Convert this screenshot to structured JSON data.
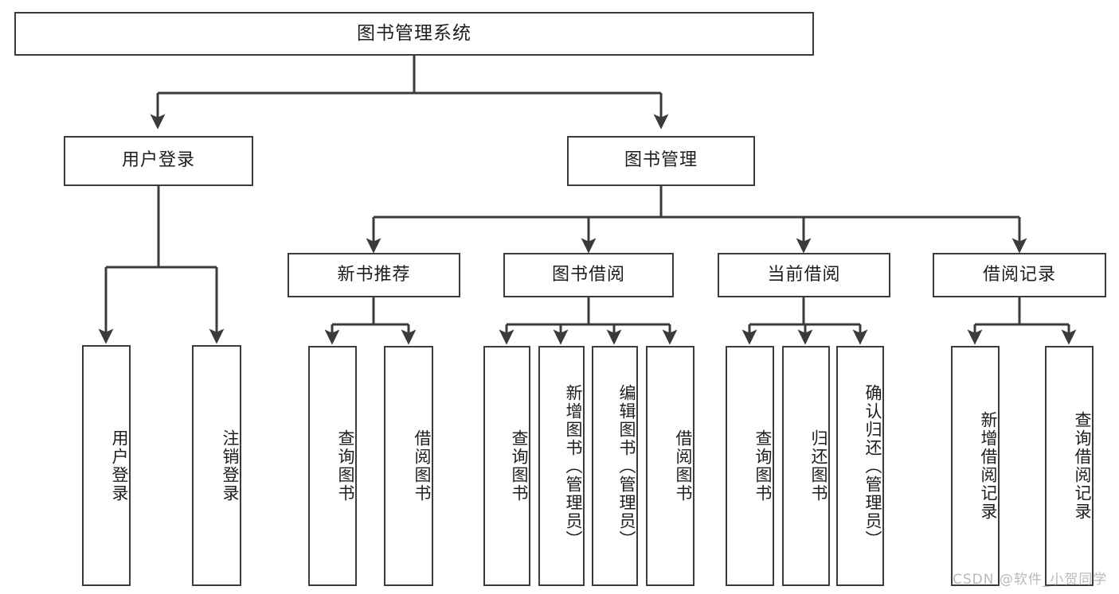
{
  "diagram": {
    "type": "tree",
    "title": "图书管理系统",
    "watermark": "CSDN @软件_小贺同学",
    "colors": {
      "box_border": "#3b3b3b",
      "box_fill": "#ffffff",
      "edge": "#3b3b3b",
      "text": "#1d1d1d",
      "watermark": "#b9b9b9",
      "background": "#ffffff"
    },
    "nodes": {
      "root": {
        "label": "图书管理系统"
      },
      "level1": [
        {
          "id": "user-login",
          "label": "用户登录"
        },
        {
          "id": "book-management",
          "label": "图书管理"
        }
      ],
      "level2": [
        {
          "id": "new-book-recommend",
          "label": "新书推荐"
        },
        {
          "id": "book-borrow",
          "label": "图书借阅"
        },
        {
          "id": "current-borrow",
          "label": "当前借阅"
        },
        {
          "id": "borrow-record",
          "label": "借阅记录"
        }
      ],
      "leaves": {
        "user-login": [
          {
            "id": "leaf-user-login",
            "label": "用户登录"
          },
          {
            "id": "leaf-user-logout",
            "label": "注销登录"
          }
        ],
        "new-book-recommend": [
          {
            "id": "leaf-query-book-1",
            "label": "查询图书"
          },
          {
            "id": "leaf-borrow-book-1",
            "label": "借阅图书"
          }
        ],
        "book-borrow": [
          {
            "id": "leaf-query-book-2",
            "label": "查询图书"
          },
          {
            "id": "leaf-add-book",
            "label": "新增图书（管理员）"
          },
          {
            "id": "leaf-edit-book",
            "label": "编辑图书（管理员）"
          },
          {
            "id": "leaf-borrow-book-2",
            "label": "借阅图书"
          }
        ],
        "current-borrow": [
          {
            "id": "leaf-query-book-3",
            "label": "查询图书"
          },
          {
            "id": "leaf-return-book",
            "label": "归还图书"
          },
          {
            "id": "leaf-confirm-return",
            "label": "确认归还（管理员）"
          }
        ],
        "borrow-record": [
          {
            "id": "leaf-add-record",
            "label": "新增借阅记录"
          },
          {
            "id": "leaf-query-record",
            "label": "查询借阅记录"
          }
        ]
      }
    }
  }
}
